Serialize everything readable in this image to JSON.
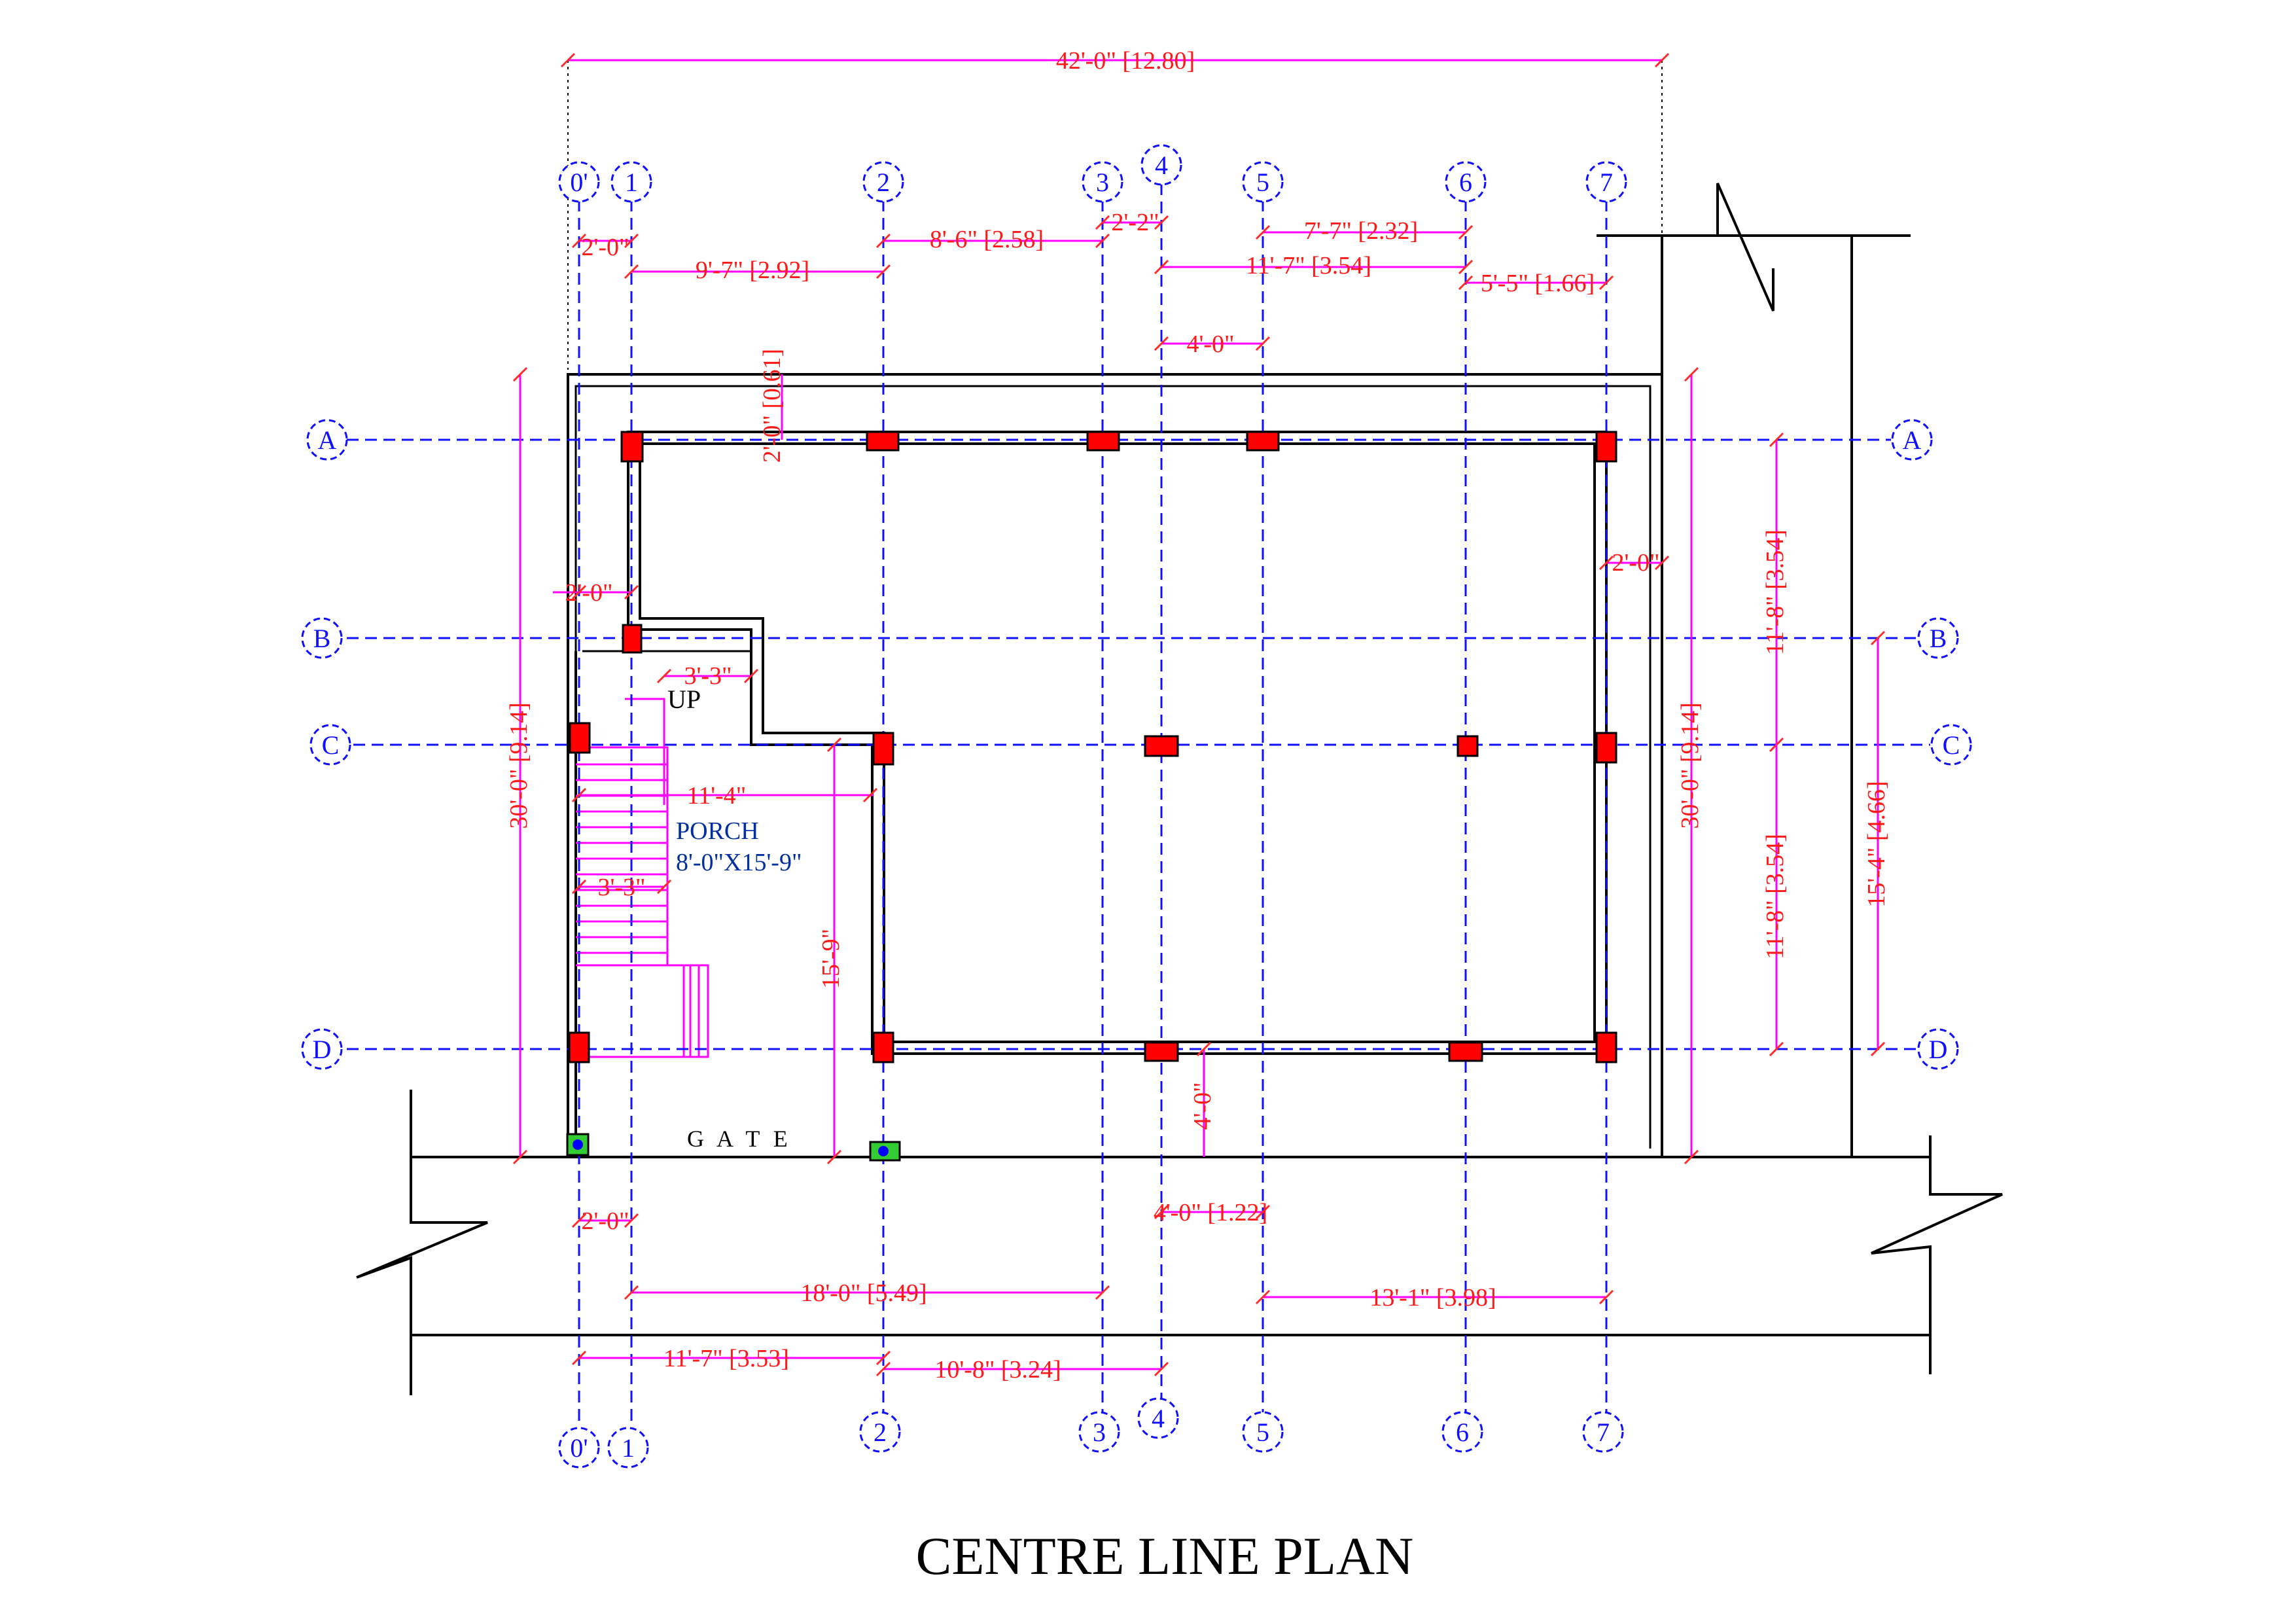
{
  "title": "CENTRE LINE PLAN",
  "room": {
    "name": "PORCH",
    "size": "8'-0\"X15'-9\""
  },
  "labels": {
    "up": "UP",
    "gate": "G A T E"
  },
  "grid_columns": [
    "0'",
    "1",
    "2",
    "3",
    "4",
    "5",
    "6",
    "7"
  ],
  "grid_rows": [
    "A",
    "B",
    "C",
    "D"
  ],
  "dimensions": {
    "overall_width": "42'-0\" [12.80]",
    "top_0_1": "2'-0\"",
    "top_1_2": "9'-7\" [2.92]",
    "top_2_3": "8'-6\" [2.58]",
    "top_3_4": "2'-2\"",
    "top_5_6": "7'-7\" [2.32]",
    "top_4_6": "11'-7\" [3.54]",
    "top_6_7": "5'-5\" [1.66]",
    "top_4_5": "4'-0\"",
    "setback_top": "2'-0\" [0.61]",
    "left_gap": "2'-0\"",
    "right_gap": "2'-0\"",
    "stair_gap": "3'-3\"",
    "porch_width": "11'-4\"",
    "stair_width": "3'-3\"",
    "porch_depth": "15'-9\"",
    "left_overall": "30'-0\" [9.14]",
    "right_overall": "30'-0\" [9.14]",
    "right_a_c": "11'-8\" [3.54]",
    "right_c_d": "11'-8\" [3.54]",
    "right_b_d": "15'-4\" [4.66]",
    "front_setback": "4'-0\"",
    "bottom_0_1": "2'-0\"",
    "bottom_4": "4'-0\" [1.22]",
    "bottom_1_3": "18'-0\" [5.49]",
    "bottom_5_7": "13'-1\" [3.98]",
    "bottom_0_2": "11'-7\" [3.53]",
    "bottom_2_4": "10'-8\" [3.24]"
  },
  "colors": {
    "axis": "#1010ff",
    "dimension_line": "#ff00ff",
    "dimension_text": "#ff1a1a",
    "column": "#ff0000",
    "wall": "#000000",
    "label": "#0030a0"
  }
}
